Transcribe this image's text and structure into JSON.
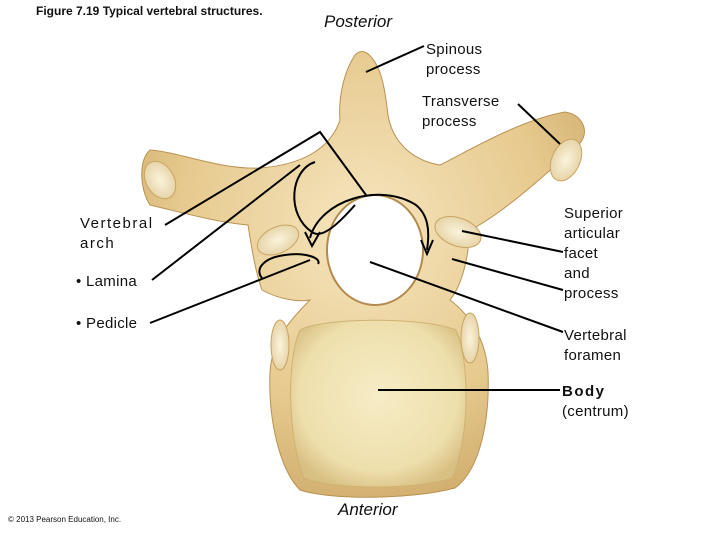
{
  "figure": {
    "title": "Figure 7.19  Typical vertebral structures."
  },
  "orientation": {
    "posterior": "Posterior",
    "anterior": "Anterior"
  },
  "labels": {
    "spinous_1": "Spinous",
    "spinous_2": "process",
    "transverse_1": "Transverse",
    "transverse_2": "process",
    "vertebral_arch_1": "Vertebral",
    "vertebral_arch_2": "arch",
    "lamina": "• Lamina",
    "pedicle": "• Pedicle",
    "superior_1": "Superior",
    "superior_2": "articular",
    "superior_3": "facet",
    "superior_4": "and",
    "superior_5": "process",
    "foramen_1": "Vertebral",
    "foramen_2": "foramen",
    "body_1": "Body",
    "body_2": "(centrum)"
  },
  "copyright": "© 2013 Pearson Education, Inc.",
  "colors": {
    "bone": "#e6c98e",
    "bone_shadow": "#c9a462",
    "bone_highlight": "#f4e2b8",
    "body_surface": "#f2e6b8",
    "leader": "#000000"
  }
}
